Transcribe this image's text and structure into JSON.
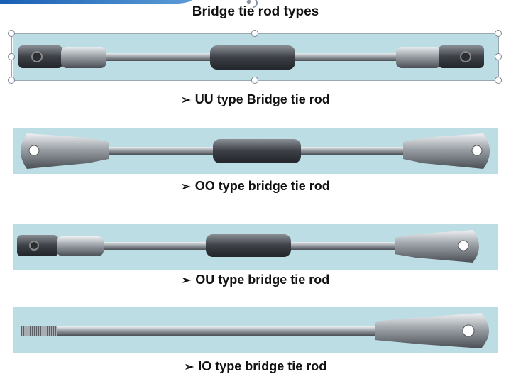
{
  "slide": {
    "title": "Bridge tie rod types",
    "bullet_glyph": "➢",
    "items": [
      {
        "caption": "UU type Bridge tie rod",
        "left_end": "clevis",
        "right_end": "clevis"
      },
      {
        "caption": "OO type bridge tie rod",
        "left_end": "eye",
        "right_end": "eye"
      },
      {
        "caption": "OU type bridge tie rod",
        "left_end": "clevis",
        "right_end": "eye"
      },
      {
        "caption": "IO type bridge tie rod",
        "left_end": "threaded",
        "right_end": "eye"
      }
    ]
  },
  "colors": {
    "panel_background": "#bcdde3",
    "title_bar": "#1a5fb4"
  },
  "icons": {
    "rotate": "rotate-icon",
    "selection": "selection-handle-icon"
  }
}
